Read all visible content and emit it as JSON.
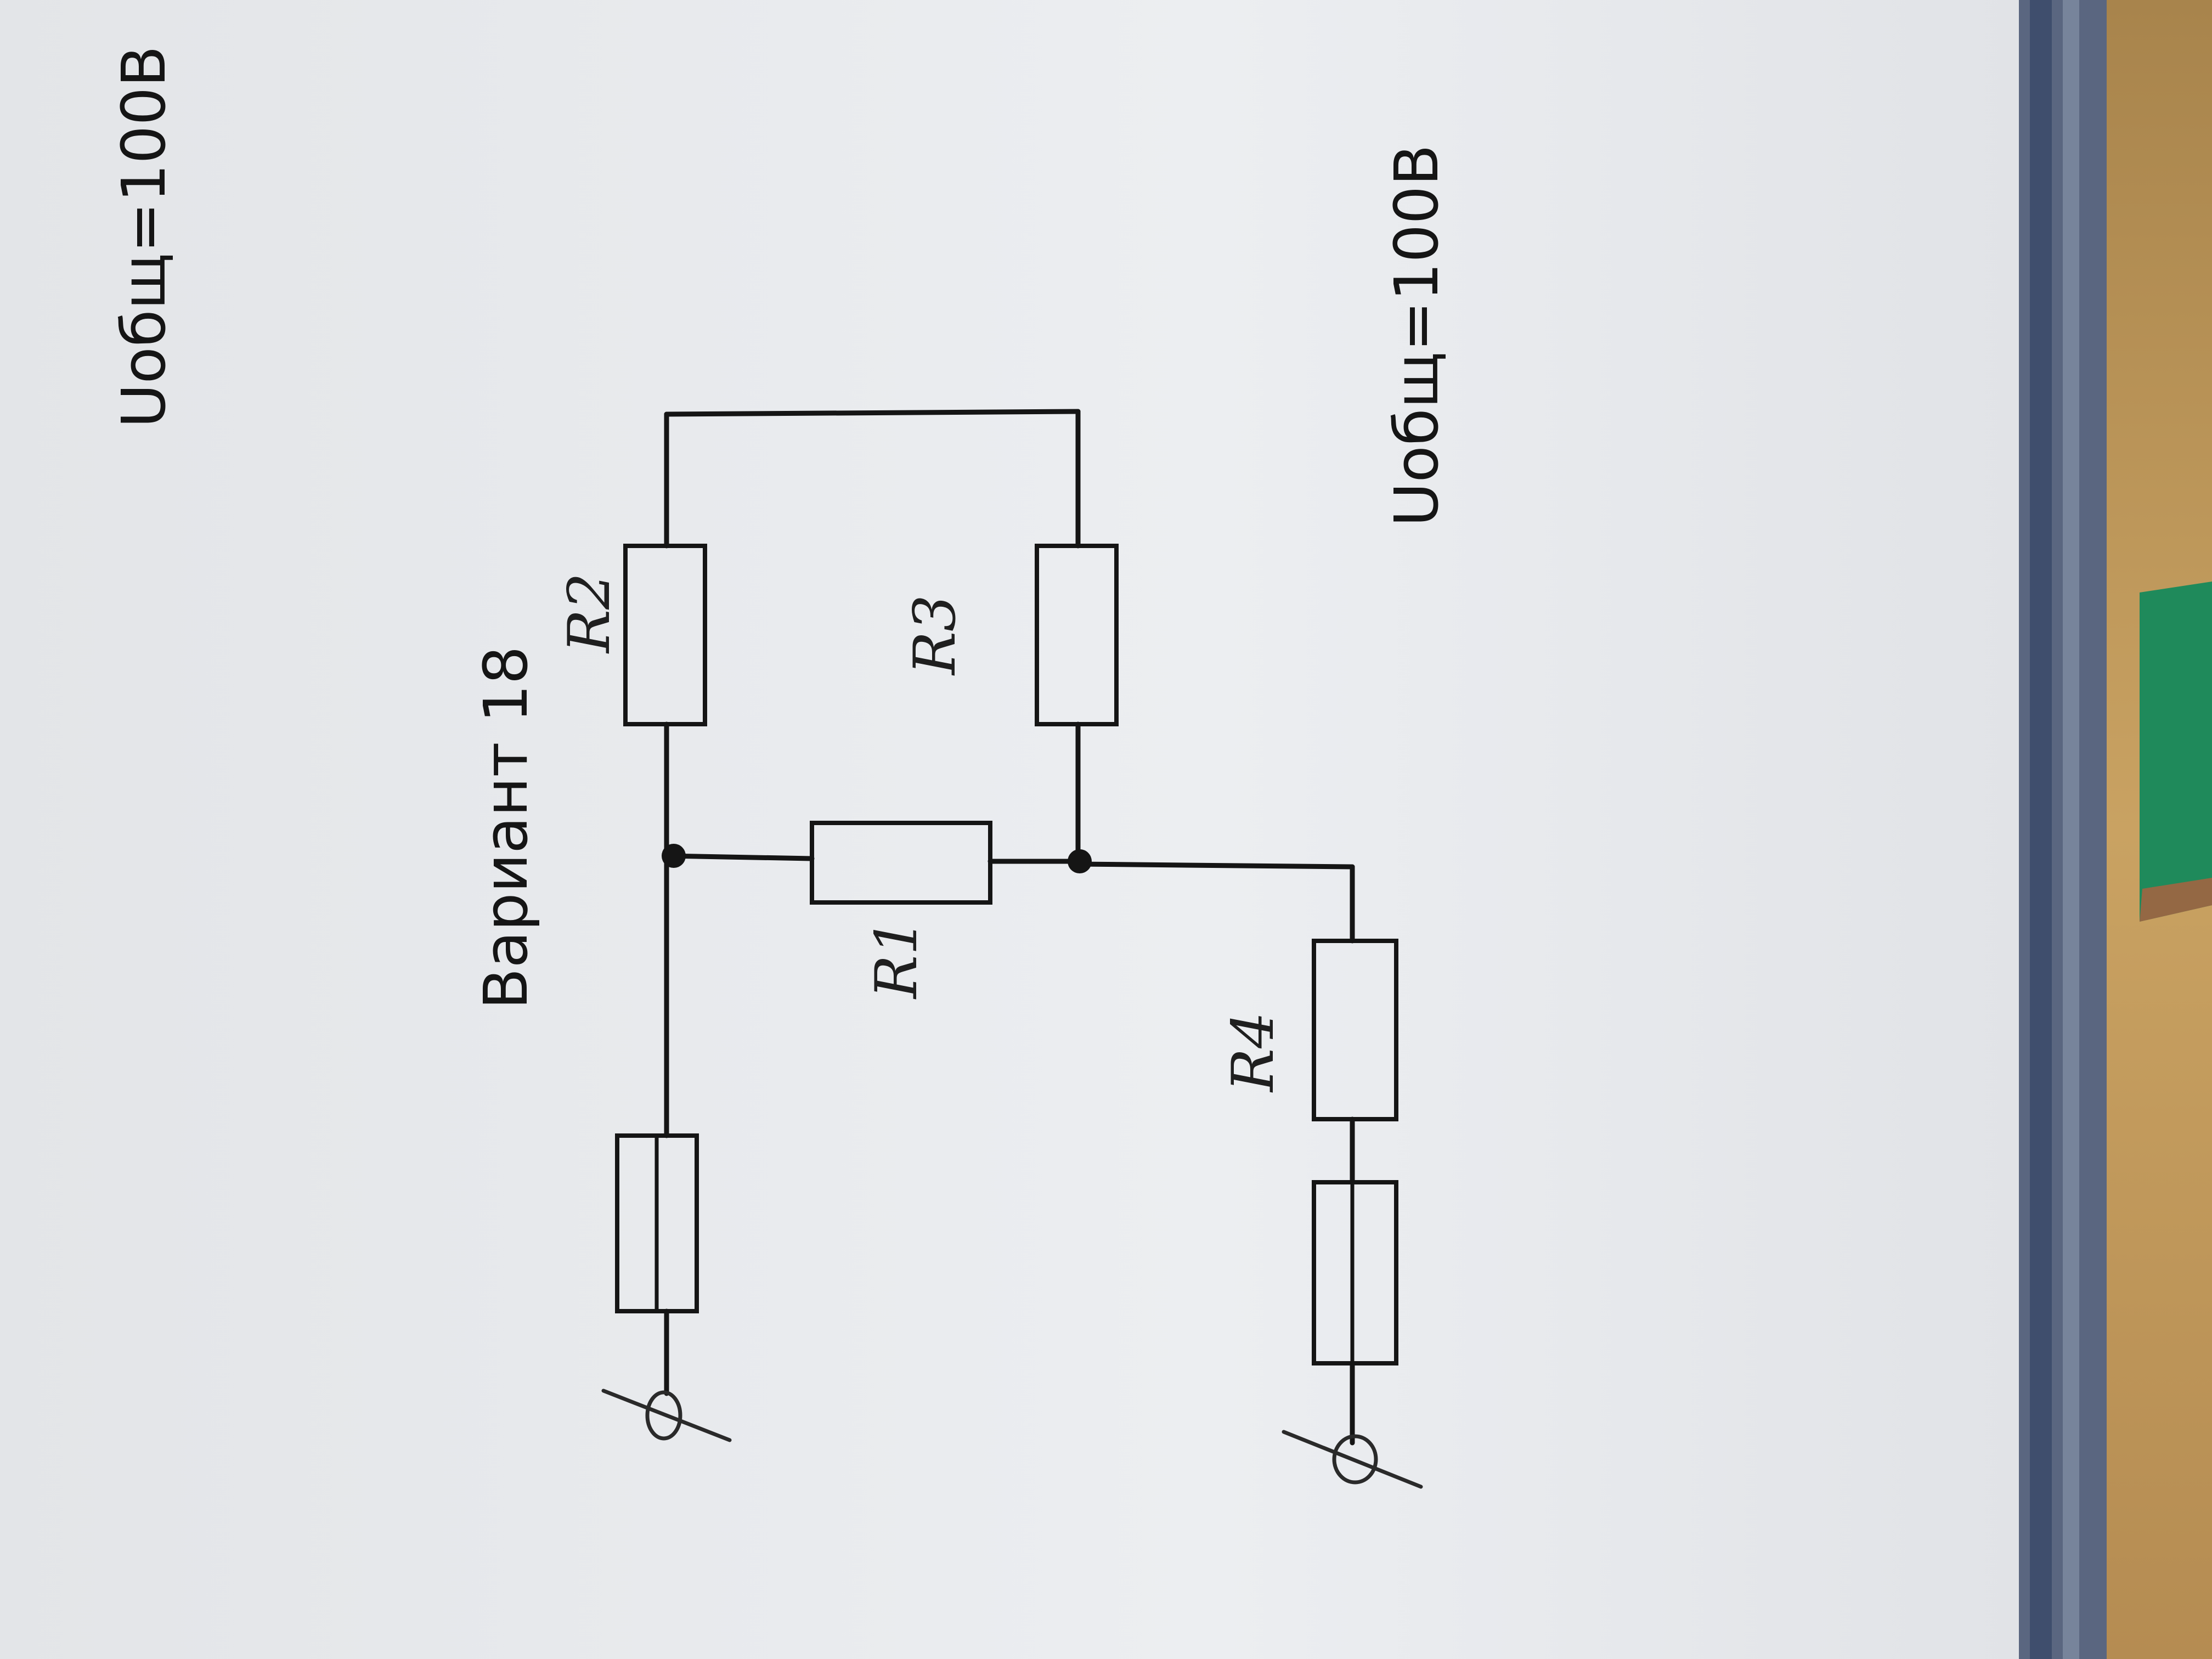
{
  "labels": {
    "title": "Вариант 18",
    "voltage_top": "Uобщ=100В",
    "voltage_bottom": "Uобщ=100В",
    "r1": "R1",
    "r2": "R2",
    "r3": "R3",
    "r4": "R4"
  },
  "colors": {
    "paper": "#e9ebee",
    "ink": "#151515",
    "desk": "#c49a58",
    "clip": "#1f8a5b",
    "folder_edge": "#3b4a6a"
  }
}
